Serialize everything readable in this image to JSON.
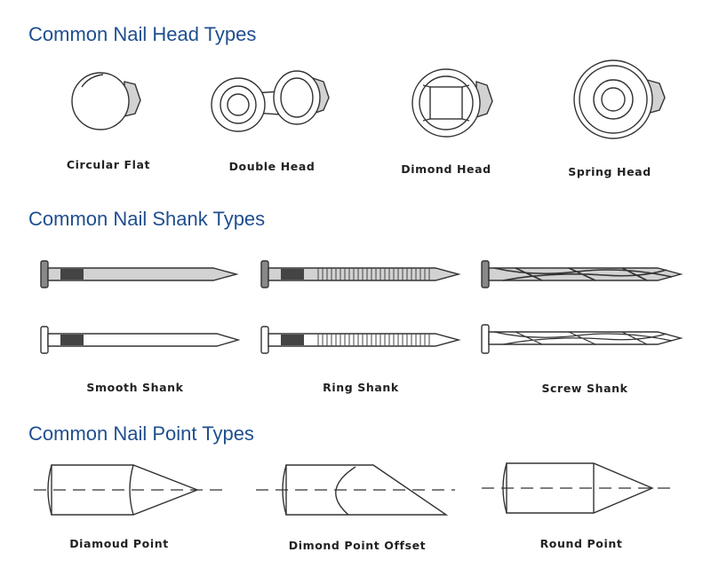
{
  "head_section": {
    "title": "Common Nail Head Types",
    "items": [
      {
        "label": "Circular Flat"
      },
      {
        "label": "Double Head"
      },
      {
        "label": "Dimond Head"
      },
      {
        "label": "Spring Head"
      }
    ]
  },
  "shank_section": {
    "title": "Common Nail Shank Types",
    "items": [
      {
        "label": "Smooth Shank"
      },
      {
        "label": "Ring Shank"
      },
      {
        "label": "Screw Shank"
      }
    ]
  },
  "point_section": {
    "title": "Common Nail Point Types",
    "items": [
      {
        "label": "Diamoud Point"
      },
      {
        "label": "Dimond Point Offset"
      },
      {
        "label": "Round Point"
      }
    ]
  },
  "colors": {
    "title_blue": "#1f4f8f",
    "line": "#333333"
  }
}
